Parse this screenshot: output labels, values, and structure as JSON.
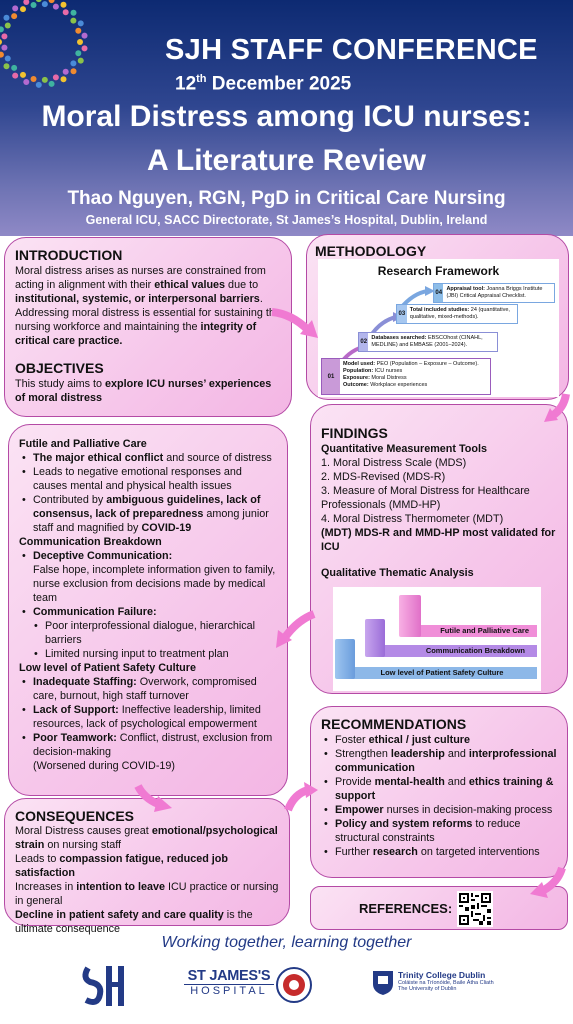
{
  "header": {
    "conference": "SJH STAFF CONFERENCE",
    "date_day": "12",
    "date_sup": "th",
    "date_rest": " December 2025",
    "title": "Moral Distress among ICU nurses: A Literature Review",
    "author": "Thao Nguyen, RGN, PgD in Critical Care Nursing",
    "affiliation": "General ICU, SACC Directorate, St James’s Hospital, Dublin, Ireland"
  },
  "introduction": {
    "heading": "INTRODUCTION",
    "t1": "Moral distress arises as nurses are constrained from acting in alignment with their ",
    "b1": "ethical values",
    "t2": " due to ",
    "b2": "institutional, systemic, or interpersonal barriers",
    "t3": ". Addressing moral distress is essential for sustaining the nursing workforce and maintaining the ",
    "b3": "integrity of critical care practice."
  },
  "objectives": {
    "heading": "OBJECTIVES",
    "t1": "This study aims to ",
    "b1": "explore ICU nurses’ experiences of moral distress"
  },
  "methodology": {
    "heading": "METHODOLOGY",
    "framework_title": "Research Framework",
    "steps": [
      {
        "num": "01",
        "l1": "Model used:",
        "t1": " PEO (Population – Exposure – Outcome).",
        "l2": "Population:",
        "t2": " ICU nurses",
        "l3": "Exposure:",
        "t3": " Moral Distress",
        "l4": "Outcome:",
        "t4": " Workplace experiences"
      },
      {
        "num": "02",
        "l1": "Databases searched:",
        "t1": " EBSCOhost (CINAHL, MEDLINE) and EMBASE (2001–2024)."
      },
      {
        "num": "03",
        "l1": "Total included studies:",
        "t1": " 24 (quantitative, qualitative, mixed-methods)."
      },
      {
        "num": "04",
        "l1": "Appraisal tool:",
        "t1": " Joanna Briggs Institute (JBI) Critical Appraisal Checklist."
      }
    ]
  },
  "themes": {
    "futile": {
      "heading": "Futile and Palliative Care",
      "i1a": "The major ethical conflict",
      "i1b": " and source of distress",
      "i2": "Leads to negative emotional responses and causes mental and physical health issues",
      "i3a": "Contributed by ",
      "i3b": "ambiguous guidelines, lack of consensus, lack of preparedness",
      "i3c": " among junior staff and magnified by ",
      "i3d": "COVID-19"
    },
    "communication": {
      "heading": "Communication Breakdown",
      "d_head": "Deceptive Communication:",
      "d_text": "False hope, incomplete information given to family, nurse exclusion from decisions made by medical team",
      "f_head": "Communication Failure:",
      "f_sub1": "Poor interprofessional dialogue, hierarchical barriers",
      "f_sub2": "Limited nursing input to treatment plan"
    },
    "safety": {
      "heading": "Low level of Patient Safety Culture",
      "s1h": "Inadequate Staffing:",
      "s1t": " Overwork, compromised care, burnout, high staff turnover",
      "s2h": "Lack of Support:",
      "s2t": " Ineffective leadership, limited resources, lack of psychological empowerment",
      "s3h": "Poor Teamwork:",
      "s3t": " Conflict, distrust, exclusion from decision-making",
      "note": "(Worsened during COVID-19)"
    }
  },
  "findings": {
    "heading": "FINDINGS",
    "quant_head": "Quantitative Measurement Tools",
    "tools": [
      "1.  Moral Distress Scale (MDS)",
      "2.  MDS-Revised (MDS-R)",
      "3.  Measure of Moral Distress for Healthcare Professionals (MMD-HP)",
      "4.  Moral Distress Thermometer (MDT)"
    ],
    "validated": "(MDT) MDS-R and MMD-HP most validated for ICU",
    "qual_head": "Qualitative Thematic Analysis",
    "bars": [
      "Futile and Palliative Care",
      "Communication Breakdown",
      "Low level of Patient Safety Culture"
    ]
  },
  "recommendations": {
    "heading": "RECOMMENDATIONS",
    "r1a": "Foster ",
    "r1b": "ethical / just culture",
    "r2a": "Strengthen ",
    "r2b": "leadership",
    "r2c": " and ",
    "r2d": "interprofessional communication",
    "r3a": "Provide ",
    "r3b": "mental-health",
    "r3c": " and ",
    "r3d": "ethics training & support",
    "r4a": "Empower",
    "r4b": " nurses in decision-making process",
    "r5a": "Policy and system reforms",
    "r5b": " to reduce structural constraints",
    "r6a": "Further ",
    "r6b": "research",
    "r6c": " on targeted interventions"
  },
  "consequences": {
    "heading": "CONSEQUENCES",
    "c1a": "Moral Distress causes great ",
    "c1b": "emotional/psychological strain",
    "c1c": " on nursing staff",
    "c2a": "Leads to ",
    "c2b": "compassion fatigue, reduced job satisfaction",
    "c3a": "Increases in ",
    "c3b": "intention to leave",
    "c3c": " ICU practice or nursing in general",
    "c4a": "Decline in patient safety and care quality",
    "c4b": " is the ultimate consequence"
  },
  "references": {
    "label": "REFERENCES:"
  },
  "footer": {
    "tagline": "Working together, learning together",
    "sj_logo": "SJH",
    "hospital_l1": "ST JAMES'S",
    "hospital_l2": "HOSPITAL",
    "tcd_l1": "Trinity College Dublin",
    "tcd_l2": "Coláiste na Tríonóide, Baile Átha Cliath",
    "tcd_l3": "The University of Dublin"
  },
  "colors": {
    "header_top": "#0d2a72",
    "box_border": "#b44aa5",
    "box_fill": "#f6c6ea",
    "arrow": "#f07ad2",
    "bar_blue": "#8db8e8",
    "bar_purple": "#b48ae6",
    "bar_pink": "#f08ed8",
    "tagline": "#233a86"
  }
}
